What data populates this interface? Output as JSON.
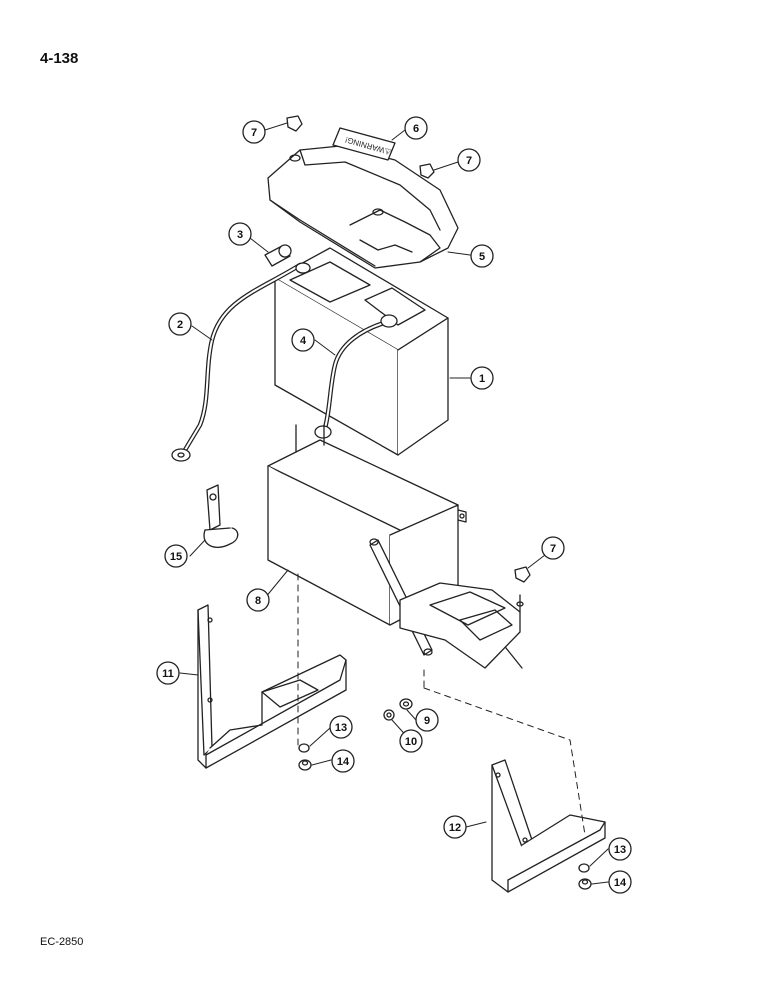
{
  "page_number": "4-138",
  "figure_code": "EC-2850",
  "warning_label": "⚠WARNING!",
  "callouts": [
    "1",
    "2",
    "3",
    "4",
    "5",
    "6",
    "7",
    "7",
    "7",
    "8",
    "9",
    "10",
    "11",
    "12",
    "13",
    "13",
    "14",
    "14",
    "15"
  ]
}
